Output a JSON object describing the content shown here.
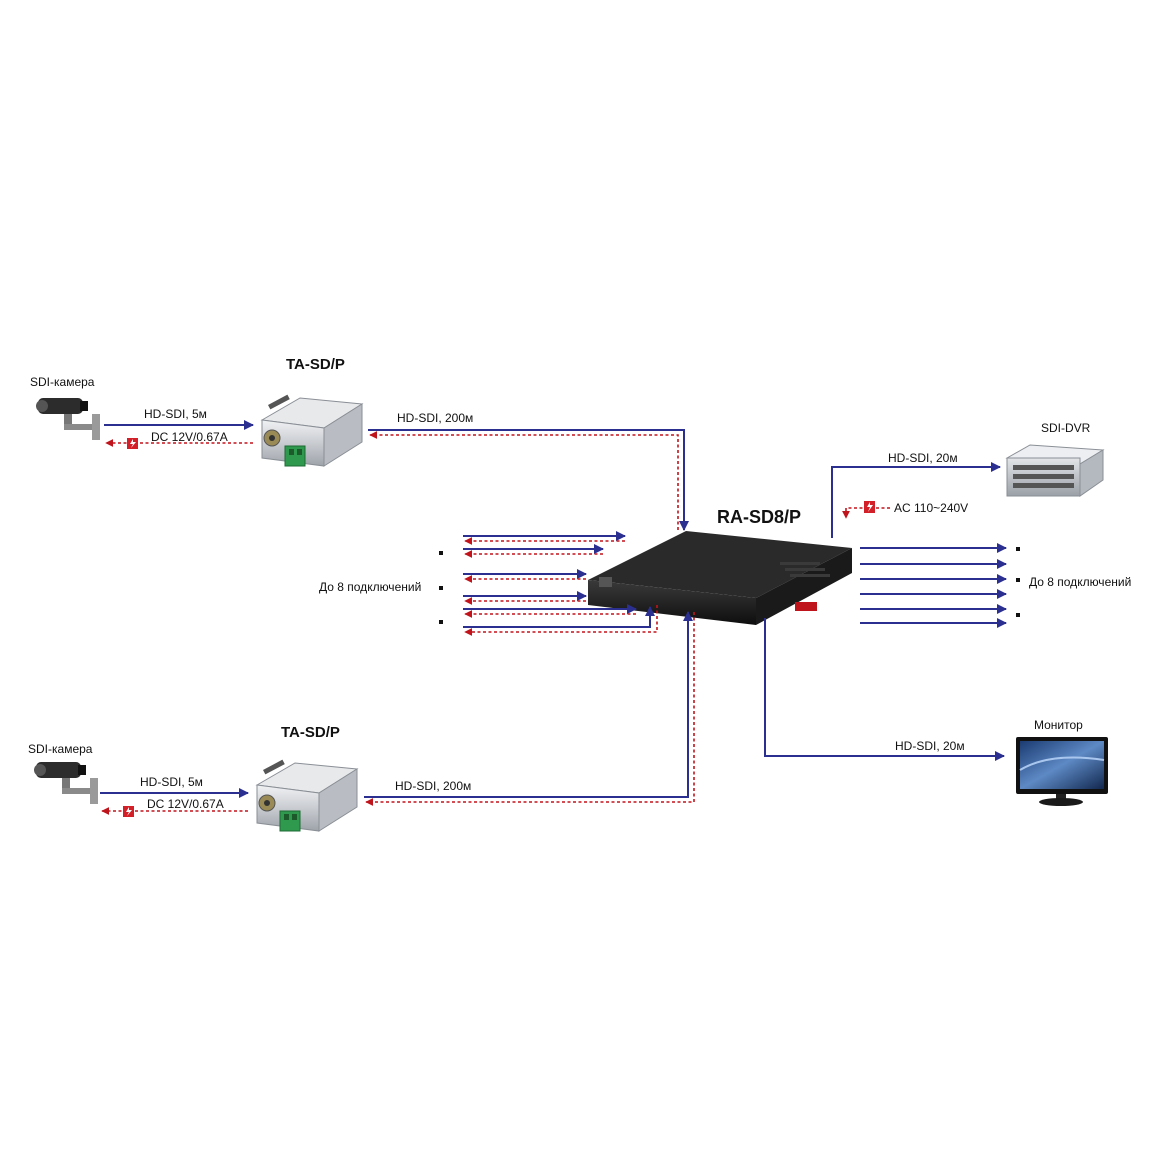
{
  "colors": {
    "signal_line": "#2b2f8f",
    "power_line": "#c0141c",
    "background": "#ffffff"
  },
  "top_branch": {
    "camera_label": "SDI-камера",
    "transmitter_title": "TA-SD/P",
    "camera_link_label": "HD-SDI, 5м",
    "power_label": "DC 12V/0.67A",
    "trunk_label": "HD-SDI, 200м"
  },
  "bottom_branch": {
    "camera_label": "SDI-камера",
    "transmitter_title": "TA-SD/P",
    "camera_link_label": "HD-SDI, 5м",
    "power_label": "DC 12V/0.67A",
    "trunk_label": "HD-SDI, 200м"
  },
  "receiver": {
    "title": "RA-SD8/P",
    "ac_label": "AC 110~240V"
  },
  "inputs": {
    "label": "До 8 подключений"
  },
  "outputs": {
    "label": "До 8 подключений"
  },
  "dvr": {
    "label": "SDI-DVR",
    "link_label": "HD-SDI, 20м"
  },
  "monitor": {
    "label": "Монитор",
    "link_label": "HD-SDI, 20м"
  },
  "icons": {
    "camera": "cctv-camera-icon",
    "transmitter": "transmitter-box-icon",
    "receiver": "receiver-unit-icon",
    "dvr": "dvr-server-icon",
    "monitor": "monitor-icon",
    "power": "lightning-icon"
  }
}
